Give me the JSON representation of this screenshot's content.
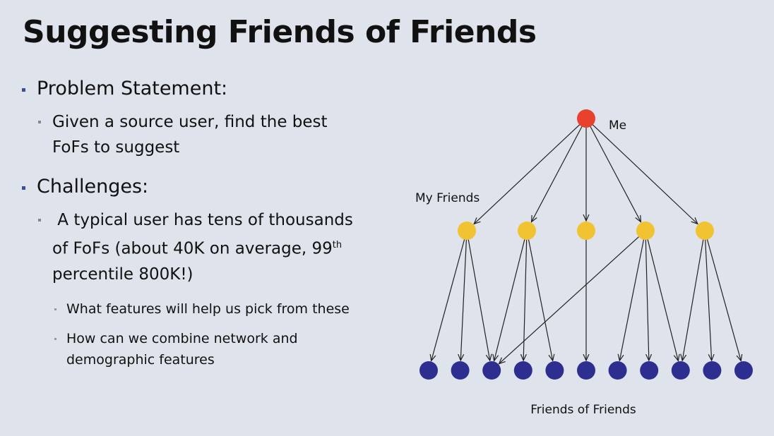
{
  "slide": {
    "title": "Suggesting Friends of Friends",
    "bullets": {
      "problem_heading": "Problem Statement:",
      "problem_line1": "Given a source user, find the best",
      "problem_line2": "FoFs to suggest",
      "challenges_heading": "Challenges:",
      "challenge_line1": " A typical user has tens of thousands",
      "challenge_line2": "of FoFs (about 40K on average, 99",
      "challenge_sup": "th",
      "challenge_line3": "percentile 800K!)",
      "sub1": "What features will help us pick from these",
      "sub2_line1": "How can we combine network and",
      "sub2_line2": "demographic features"
    }
  },
  "diagram": {
    "labels": {
      "me": "Me",
      "friends": "My Friends",
      "fofs": "Friends of Friends"
    },
    "colors": {
      "me": "#e8412e",
      "friend": "#f1c232",
      "fof": "#2d2e8f",
      "edge": "#222222"
    },
    "friend_count": 5,
    "fof_count": 11,
    "edges_from_friends": [
      [
        0,
        0
      ],
      [
        0,
        1
      ],
      [
        0,
        2
      ],
      [
        1,
        2
      ],
      [
        1,
        3
      ],
      [
        1,
        4
      ],
      [
        2,
        5
      ],
      [
        3,
        2
      ],
      [
        3,
        6
      ],
      [
        3,
        7
      ],
      [
        3,
        8
      ],
      [
        4,
        8
      ],
      [
        4,
        9
      ],
      [
        4,
        10
      ]
    ]
  }
}
